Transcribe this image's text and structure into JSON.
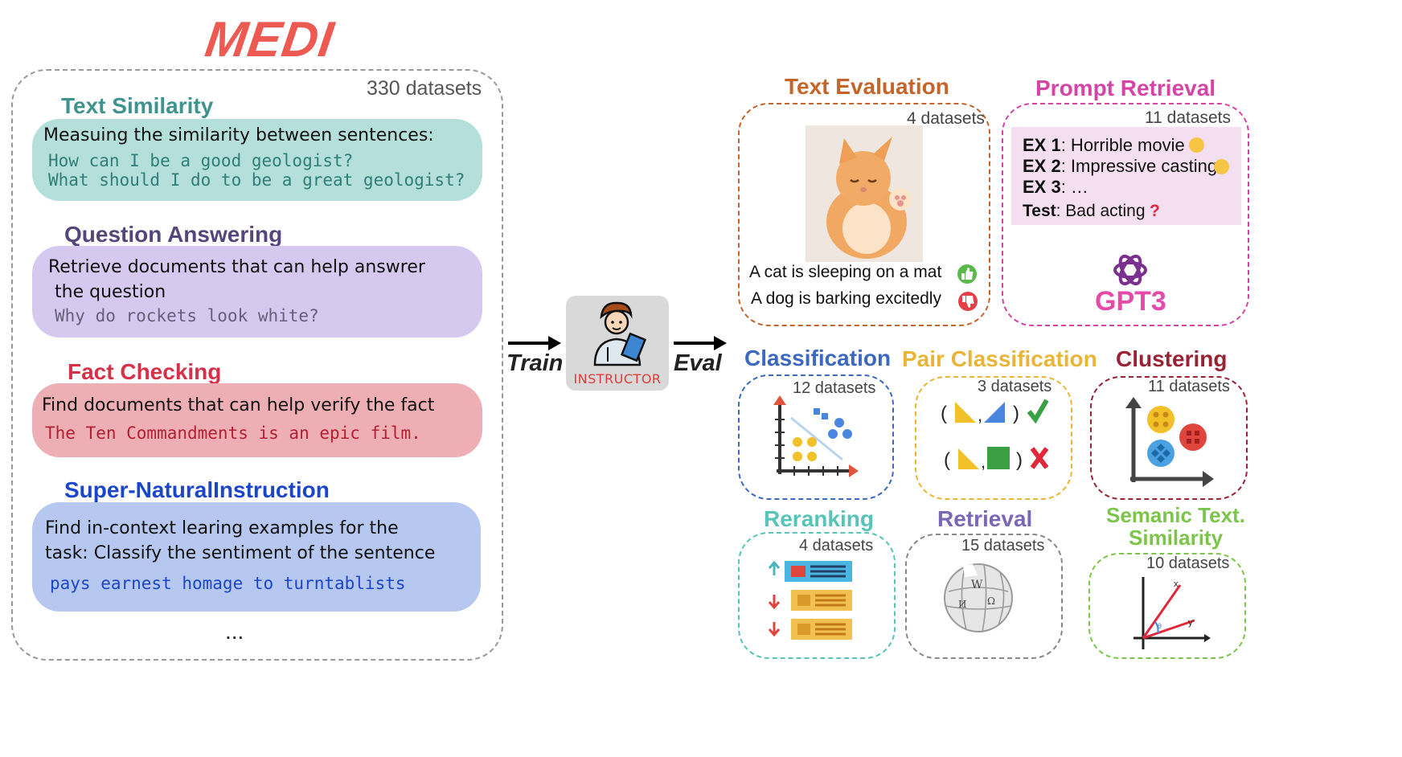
{
  "medi": {
    "logo": "MEDI",
    "count": "330 datasets",
    "ellipsis": "...",
    "tasks": [
      {
        "title": "Text Similarity",
        "instruction": "Measuing the similarity between sentences:",
        "examples": [
          "How can I be a good geologist?",
          "What should I do to be a great geologist?"
        ]
      },
      {
        "title": "Question Answering",
        "instruction": [
          "Retrieve documents that can help answrer",
          "the question"
        ],
        "examples": [
          "Why do rockets look white?"
        ]
      },
      {
        "title": "Fact Checking",
        "instruction": "Find documents that can help verify the fact",
        "examples": [
          "The Ten Commandments is an epic film."
        ]
      },
      {
        "title": "Super-NaturalInstruction",
        "instruction": [
          "Find in-context learing examples for the",
          "task: Classify the sentiment of the sentence"
        ],
        "examples": [
          "pays earnest homage to turntablists"
        ]
      }
    ]
  },
  "center": {
    "train": "Train",
    "eval": "Eval",
    "model": "INSTRUCTOR"
  },
  "eval": {
    "text_evaluation": {
      "title": "Text Evaluation",
      "count": "4 datasets",
      "captions": [
        "A cat is sleeping on a mat",
        "A dog is barking excitedly"
      ]
    },
    "prompt_retrieval": {
      "title": "Prompt Retrieval",
      "count": "11 datasets",
      "lines": [
        {
          "key": "EX 1",
          "text": ": Horrible movie"
        },
        {
          "key": "EX 2",
          "text": ": Impressive casting"
        },
        {
          "key": "EX 3",
          "text": ": …"
        },
        {
          "key": "Test",
          "text": ": Bad acting"
        }
      ],
      "logo": "GPT3"
    },
    "classification": {
      "title": "Classification",
      "count": "12 datasets"
    },
    "pair_classification": {
      "title": "Pair Classification",
      "count": "3 datasets"
    },
    "clustering": {
      "title": "Clustering",
      "count": "11 datasets"
    },
    "reranking": {
      "title": "Reranking",
      "count": "4 datasets"
    },
    "retrieval": {
      "title": "Retrieval",
      "count": "15 datasets"
    },
    "sts": {
      "title": [
        "Semanic Text.",
        "Similarity"
      ],
      "count": "10 datasets",
      "axis_labels": [
        "x",
        "y",
        "θ"
      ]
    }
  },
  "colors": {
    "text_similarity": "#3f938f",
    "question_answering": "#54467a",
    "fact_checking": "#d63148",
    "super_natural": "#1b46c9",
    "text_evaluation": "#c5652a",
    "prompt_retrieval": "#d544a6",
    "classification": "#3b69c1",
    "pair_classification": "#eab537",
    "clustering": "#9a2235",
    "reranking": "#57c4b8",
    "retrieval": "#7a67b6",
    "sts": "#7cc54b"
  }
}
